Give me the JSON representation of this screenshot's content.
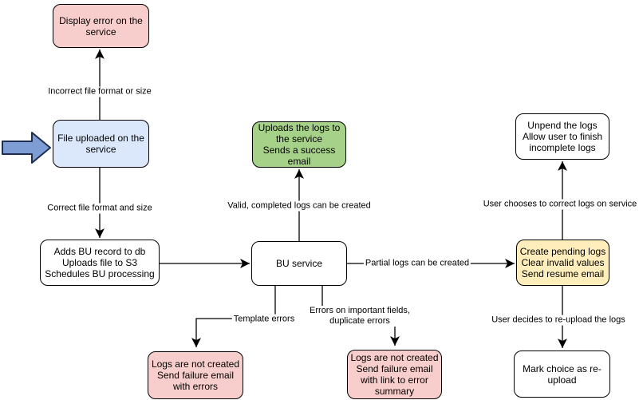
{
  "colors": {
    "pink_fill": "#f8cecc",
    "blue_fill": "#dbe8fc",
    "green_fill": "#a6d189",
    "yellow_fill": "#ffeebc",
    "white_fill": "#ffffff",
    "line": "#000000",
    "big_arrow_fill": "#7e9dd4",
    "big_arrow_stroke": "#1f2d4f"
  },
  "nodes": {
    "display_error": {
      "text": "Display error on the\nservice"
    },
    "file_uploaded": {
      "text": "File uploaded on the\nservice"
    },
    "adds_bu_record": {
      "text": "Adds BU record to db\nUploads file to S3\nSchedules BU processing"
    },
    "uploads_logs_success": {
      "text": "Uploads the logs to\nthe service\nSends a success\nemail"
    },
    "bu_service": {
      "text": "BU service"
    },
    "unpend_logs": {
      "text": "Unpend the logs\nAllow user to finish\nincomplete logs"
    },
    "create_pending_logs": {
      "text": "Create pending logs\nClear invalid values\nSend resume email"
    },
    "logs_not_created_errors": {
      "text": "Logs are not created\nSend failure email\nwith errors"
    },
    "logs_not_created_summary": {
      "text": "Logs are not created\nSend failure email\nwith link to error\nsummary"
    },
    "mark_reupload": {
      "text": "Mark choice as re-\nupload"
    }
  },
  "edge_labels": {
    "incorrect_file": "Incorrect file format or size",
    "correct_file": "Correct file format and size",
    "valid_completed": "Valid, completed logs can be created",
    "partial_logs": "Partial logs can be created",
    "template_errors": "Template errors",
    "errors_important_fields": "Errors on important fields,\nduplicate errors",
    "user_corrects": "User chooses to correct logs on service",
    "user_reuploads": "User decides to re-upload the logs"
  }
}
